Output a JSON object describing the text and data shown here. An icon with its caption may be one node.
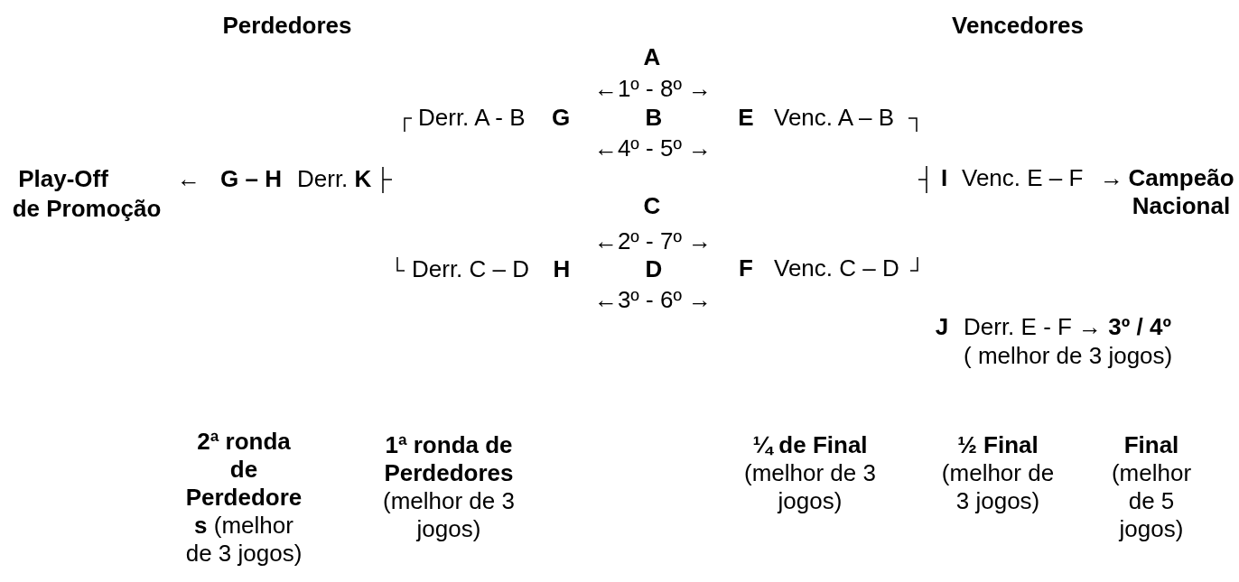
{
  "diagram": {
    "labels": [
      "Perdedores",
      "Vencedores",
      "A",
      "←1º - 8º →",
      "Derr. A - B",
      "G",
      "B",
      "E",
      "Venc. A – B",
      "←4º - 5º →",
      "Play-Off",
      "de Promoção",
      "←",
      "G – H",
      "Derr. **K**",
      "I",
      "Venc. E – F",
      "→",
      "Campeão Nacional",
      "C",
      "←2º - 7º →",
      "Derr. C – D",
      "H",
      "D",
      "F",
      "Venc. C – D",
      "←3º - 6º →",
      "J",
      "Derr. E - F → **3º / 4º**",
      "( melhor de 3 jogos)",
      "**2ª ronda de Perdedores** (melhor de 3 jogos)",
      "**1ª ronda de Perdedores** (melhor de 3 jogos)",
      "**¼ de Final** (melhor de 3 jogos)",
      "**½ Final** (melhor de 3 jogos)",
      "**Final** (melhor de 5 jogos)"
    ]
  }
}
